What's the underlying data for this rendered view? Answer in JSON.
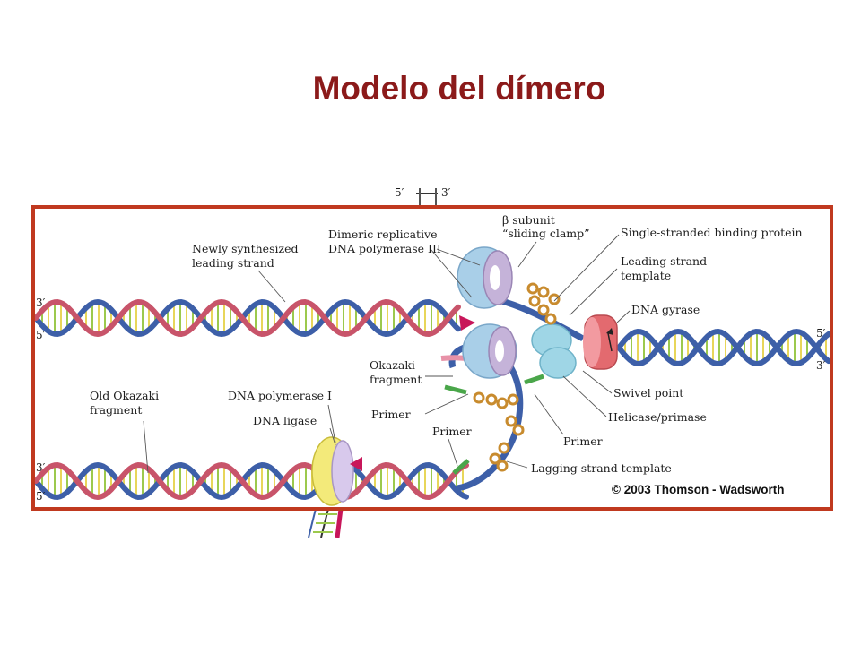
{
  "title": "Modelo del dímero",
  "labels": {
    "top_5prime": "5′",
    "top_3prime": "3′",
    "newly_synth_1": "Newly synthesized",
    "newly_synth_2": "leading strand",
    "dimeric_1": "Dimeric replicative",
    "dimeric_2": "DNA polymerase III",
    "beta_1": "β subunit",
    "beta_2": "“sliding clamp”",
    "ssb": "Single-stranded binding protein",
    "leading_template_1": "Leading strand",
    "leading_template_2": "template",
    "gyrase": "DNA gyrase",
    "okazaki_1": "Okazaki",
    "okazaki_2": "fragment",
    "primer_left": "Primer",
    "swivel": "Swivel point",
    "helicase": "Helicase/primase",
    "primer_right": "Primer",
    "old_okazaki_1": "Old Okazaki",
    "old_okazaki_2": "fragment",
    "pol1": "DNA polymerase I",
    "ligase": "DNA ligase",
    "primer_bottom": "Primer",
    "lagging_template": "Lagging strand template",
    "copyright": "© 2003 Thomson - Wadsworth",
    "left_top_3": "3′",
    "left_top_5": "5′",
    "right_top_5": "5′",
    "right_top_3": "3′",
    "left_bot_3": "3′",
    "left_bot_5": "5′"
  },
  "colors": {
    "title": "#8b1a1a",
    "frame": "#c0391f",
    "strand_blue": "#3d5fa8",
    "strand_red": "#c8546a",
    "strand_pink": "#e892a8",
    "rung_green": "#9cc94d",
    "rung_yellow": "#e8d65a",
    "polymerase": "#a9cfe8",
    "clamp": "#c5b3d9",
    "helicase": "#9fd6e6",
    "gyrase": "#e36a6f",
    "ssb": "#c88b2e",
    "pol1": "#f3ea7a"
  }
}
